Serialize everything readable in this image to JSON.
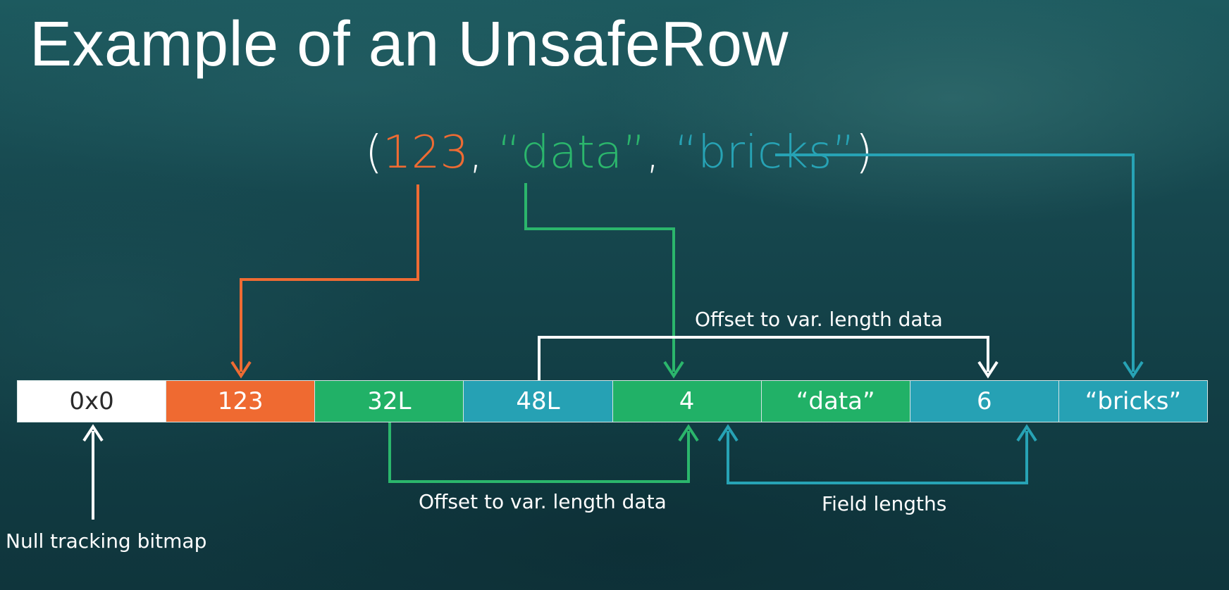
{
  "title": "Example of an UnsafeRow",
  "tuple": {
    "open": "(",
    "value1": "123",
    "sep1": ", ",
    "value2": "“data”",
    "sep2": ", ",
    "value3": "“bricks”",
    "close": ")"
  },
  "cells": [
    {
      "text": "0x0",
      "color": "#ffffff"
    },
    {
      "text": "123",
      "color": "#ef6a31"
    },
    {
      "text": "32L",
      "color": "#21b167"
    },
    {
      "text": "48L",
      "color": "#26a1b4"
    },
    {
      "text": "4",
      "color": "#21b167"
    },
    {
      "text": "“data”",
      "color": "#21b167"
    },
    {
      "text": "6",
      "color": "#26a1b4"
    },
    {
      "text": "“bricks”",
      "color": "#26a1b4"
    }
  ],
  "labels": {
    "offset_top": "Offset to var. length data",
    "offset_bottom": "Offset to var. length data",
    "field_lengths": "Field lengths",
    "null_bitmap": "Null tracking bitmap"
  },
  "colors": {
    "orange": "#ee6b33",
    "green": "#2bb66c",
    "teal": "#27a3b5",
    "white": "#ffffff"
  }
}
